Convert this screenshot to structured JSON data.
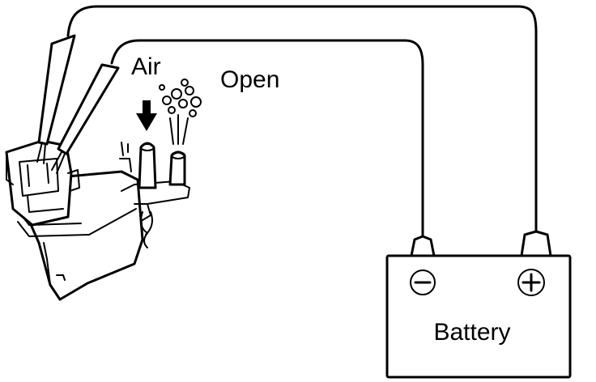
{
  "labels": {
    "air": "Air",
    "open": "Open",
    "battery": "Battery",
    "negative": "⊖",
    "positive": "⊕"
  },
  "colors": {
    "line": "#000000",
    "background": "#ffffff"
  },
  "icons": {
    "air_arrow": "down-arrow-icon",
    "air_puff": "air-puff-icon"
  }
}
